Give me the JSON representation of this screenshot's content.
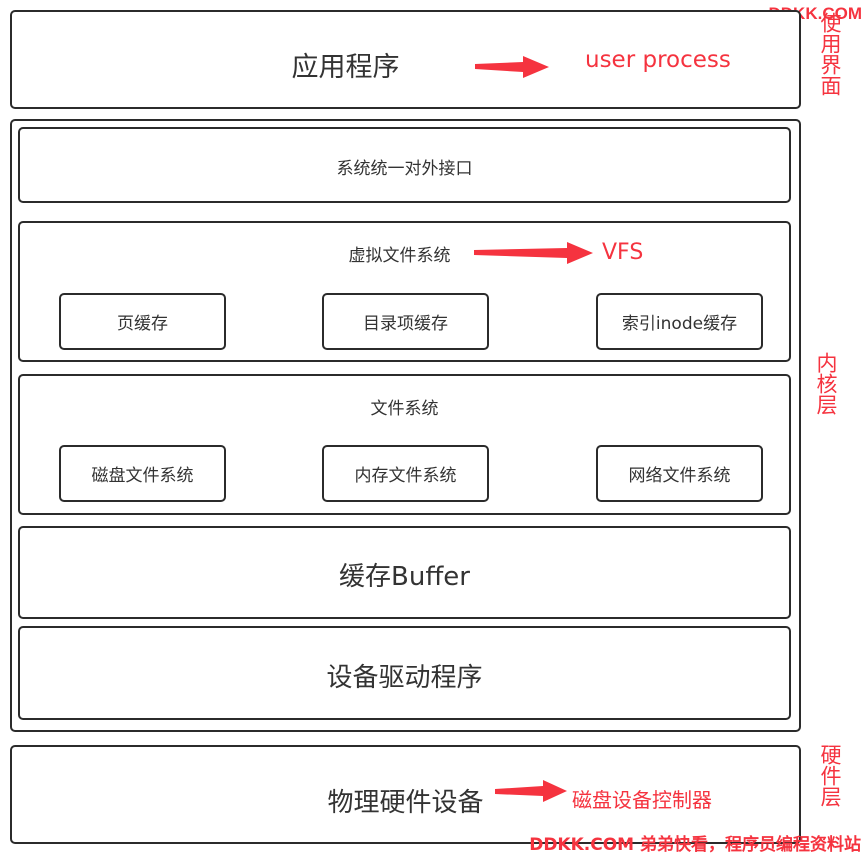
{
  "watermark_top": "DDKK.COM",
  "watermark_bottom": "DDKK.COM 弟弟快看，程序员编程资料站",
  "user_layer": {
    "box_label": "应用程序",
    "annotation": "user process",
    "side_label": "使用界面"
  },
  "kernel_layer": {
    "side_label": "内核层",
    "syscall": "系统统一对外接口",
    "vfs": {
      "title": "虚拟文件系统",
      "annotation": "VFS",
      "items": [
        "页缓存",
        "目录项缓存",
        "索引inode缓存"
      ]
    },
    "fs": {
      "title": "文件系统",
      "items": [
        "磁盘文件系统",
        "内存文件系统",
        "网络文件系统"
      ]
    },
    "buffer": "缓存Buffer",
    "driver": "设备驱动程序"
  },
  "hardware_layer": {
    "box_label": "物理硬件设备",
    "annotation": "磁盘设备控制器",
    "side_label": "硬件层"
  },
  "colors": {
    "annotation": "#f5333f",
    "border": "#2b2b2b",
    "text": "#333333"
  }
}
